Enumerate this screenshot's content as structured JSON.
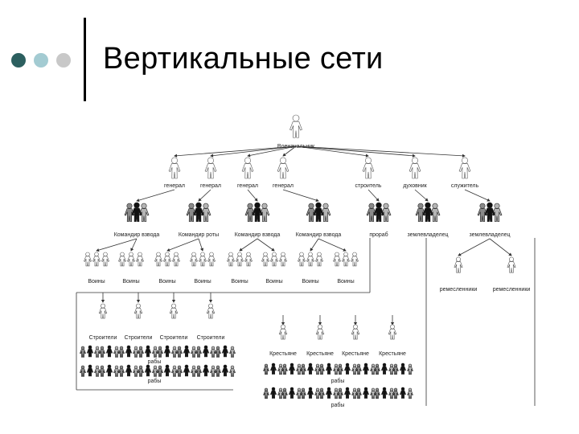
{
  "title": "Вертикальные сети",
  "bullet_colors": [
    "#2c5f5f",
    "#a3cbd2",
    "#c8c8c8"
  ],
  "diagram": {
    "top_label": "Военачальник",
    "level2_labels": [
      "генерал",
      "генерал",
      "генерал",
      "генерал",
      "строитель",
      "духовник",
      "служитель"
    ],
    "level3_labels": [
      "Командир взвода",
      "Командир роты",
      "Командир взвода",
      "Командир взвода",
      "прораб",
      "землевладелец",
      "землевладелец"
    ],
    "soldier_label": "Воины",
    "builder_label": "Строители",
    "worker_label": "рабы",
    "peasant_label": "Крестьяне",
    "artisan_label": "ремесленники"
  }
}
